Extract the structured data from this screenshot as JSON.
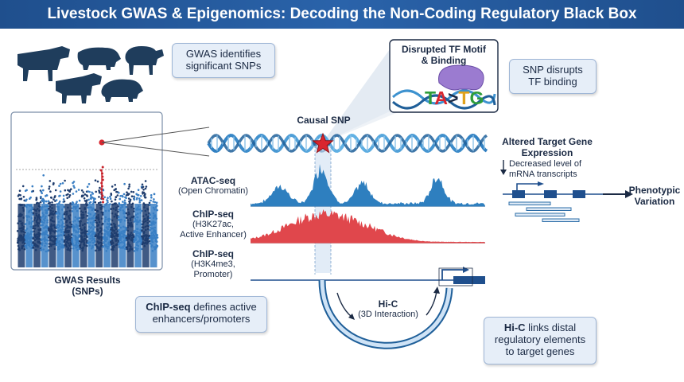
{
  "title": "Livestock GWAS & Epigenomics: Decoding the Non-Coding Regulatory Black Box",
  "callouts": {
    "gwas": [
      "GWAS identifies",
      "significant SNPs"
    ],
    "tf": [
      "SNP disrupts",
      "TF binding"
    ],
    "chip": {
      "bold": "ChIP-seq",
      "rest1": " defines active",
      "line2": "enhancers/promoters"
    },
    "hic": {
      "bold": "Hi-C",
      "rest1": " links distal",
      "line2": "regulatory elements",
      "line3": "to target genes"
    }
  },
  "motif": {
    "title1": "Disrupted TF Motif",
    "title2": "& Binding",
    "sequence": "TA>TG"
  },
  "causal_snp": "Causal SNP",
  "gwas_panel": {
    "label1": "GWAS Results",
    "label2": "(SNPs)"
  },
  "tracks": {
    "atac": {
      "name": "ATAC-seq",
      "sub1": "(Open Chromatin)"
    },
    "chip_k27": {
      "name": "ChIP-seq",
      "sub1": "(H3K27ac,",
      "sub2": "Active Enhancer)"
    },
    "chip_k4": {
      "name": "ChIP-seq",
      "sub1": "(H3K4me3,",
      "sub2": "Promoter)"
    }
  },
  "hic_label": {
    "name": "Hi-C",
    "sub": "(3D Interaction)"
  },
  "target": {
    "title1": "Altered Target Gene",
    "title2": "Expression",
    "sub1": "Decreased level of",
    "sub2": "mRNA transcripts"
  },
  "phenotype": {
    "l1": "Phenotypic",
    "l2": "Variation"
  },
  "colors": {
    "header": "#1f4f8d",
    "atac": "#2e7fbf",
    "chip": "#e0474c",
    "dna": "#4a9fd6",
    "star": "#d9262e",
    "callout": "#e6eef8",
    "animal": "#1f3d5c"
  }
}
